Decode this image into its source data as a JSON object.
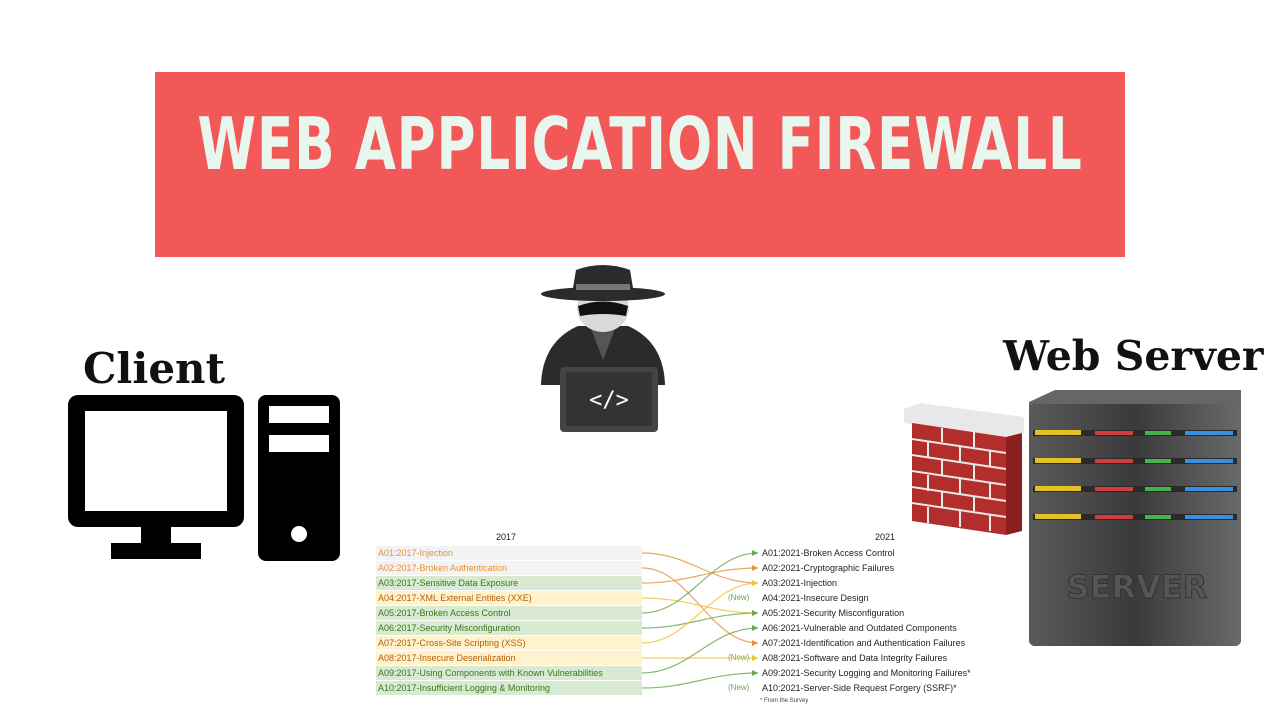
{
  "banner": {
    "title": "WEB APPLICATION FIREWALL",
    "color": "#f35858",
    "text_color": "#e8f6ee"
  },
  "labels": {
    "client": "Client",
    "web_server": "Web Server"
  },
  "hacker": {
    "laptop_glyph": "</>"
  },
  "server": {
    "text": "SERVER"
  },
  "owasp": {
    "year_2017": "2017",
    "year_2021": "2021",
    "items_2017": [
      {
        "label": "A01:2017-Injection",
        "bg": "#f3f3f3",
        "fg": "#e69138"
      },
      {
        "label": "A02:2017-Broken Authentication",
        "bg": "#f3f3f3",
        "fg": "#e69138"
      },
      {
        "label": "A03:2017-Sensitive Data Exposure",
        "bg": "#d9ead3",
        "fg": "#38761d"
      },
      {
        "label": "A04:2017-XML External Entities (XXE)",
        "bg": "#fff2cc",
        "fg": "#b45f06"
      },
      {
        "label": "A05:2017-Broken Access Control",
        "bg": "#d9ead3",
        "fg": "#38761d"
      },
      {
        "label": "A06:2017-Security Misconfiguration",
        "bg": "#d9ead3",
        "fg": "#38761d"
      },
      {
        "label": "A07:2017-Cross-Site Scripting (XSS)",
        "bg": "#fff2cc",
        "fg": "#b45f06"
      },
      {
        "label": "A08:2017-Insecure Deserialization",
        "bg": "#fff2cc",
        "fg": "#b45f06"
      },
      {
        "label": "A09:2017-Using Components with Known Vulnerabilities",
        "bg": "#d9ead3",
        "fg": "#38761d"
      },
      {
        "label": "A10:2017-Insufficient Logging & Monitoring",
        "bg": "#d9ead3",
        "fg": "#38761d"
      }
    ],
    "items_2021": [
      {
        "label": "A01:2021-Broken Access Control",
        "new": ""
      },
      {
        "label": "A02:2021-Cryptographic Failures",
        "new": ""
      },
      {
        "label": "A03:2021-Injection",
        "new": ""
      },
      {
        "label": "A04:2021-Insecure Design",
        "new": "(New)"
      },
      {
        "label": "A05:2021-Security Misconfiguration",
        "new": ""
      },
      {
        "label": "A06:2021-Vulnerable and Outdated Components",
        "new": ""
      },
      {
        "label": "A07:2021-Identification and Authentication Failures",
        "new": ""
      },
      {
        "label": "A08:2021-Software and Data Integrity Failures",
        "new": "(New)"
      },
      {
        "label": "A09:2021-Security Logging and Monitoring Failures*",
        "new": ""
      },
      {
        "label": "A10:2021-Server-Side Request Forgery (SSRF)*",
        "new": "(New)"
      }
    ],
    "footnote": "* From the Survey",
    "mappings": [
      {
        "from": 0,
        "to": 2,
        "color": "#e69138"
      },
      {
        "from": 1,
        "to": 6,
        "color": "#e69138"
      },
      {
        "from": 2,
        "to": 1,
        "color": "#e69138"
      },
      {
        "from": 3,
        "to": 4,
        "color": "#f1c232"
      },
      {
        "from": 4,
        "to": 0,
        "color": "#6aa84f"
      },
      {
        "from": 5,
        "to": 4,
        "color": "#6aa84f"
      },
      {
        "from": 6,
        "to": 2,
        "color": "#f1c232"
      },
      {
        "from": 7,
        "to": 7,
        "color": "#f1c232"
      },
      {
        "from": 8,
        "to": 5,
        "color": "#6aa84f"
      },
      {
        "from": 9,
        "to": 8,
        "color": "#6aa84f"
      }
    ]
  }
}
